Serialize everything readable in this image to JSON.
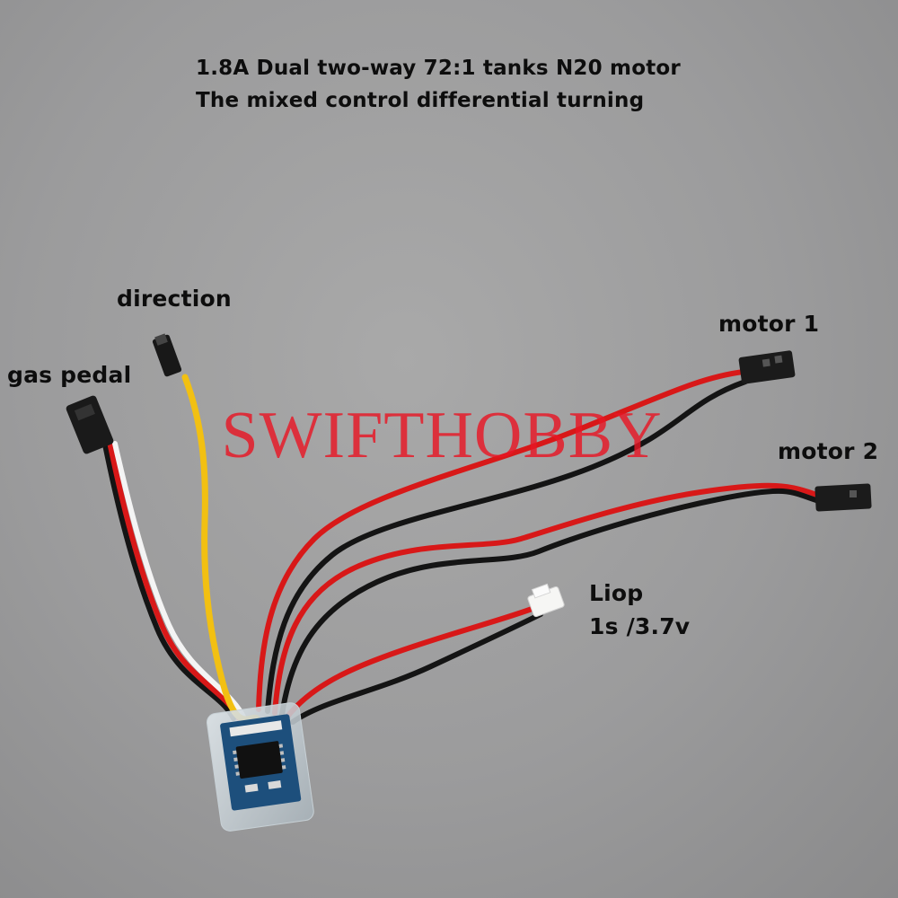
{
  "title": {
    "line1": "1.8A Dual two-way 72:1 tanks N20 motor",
    "line2": "The mixed control differential turning"
  },
  "labels": {
    "direction": "direction",
    "gas_pedal": "gas pedal",
    "motor1": "motor 1",
    "motor2": "motor 2",
    "battery_line1": "Liop",
    "battery_line2": "1s /3.7v"
  },
  "watermark": "SWIFTHOBBY",
  "colors": {
    "background": "#9d9d9e",
    "red_wire": "#d81818",
    "black_wire": "#141414",
    "yellow_wire": "#f2c012",
    "white_wire": "#f4f4f4",
    "board_blue": "#1d4f7c",
    "watermark": "#e81624"
  }
}
